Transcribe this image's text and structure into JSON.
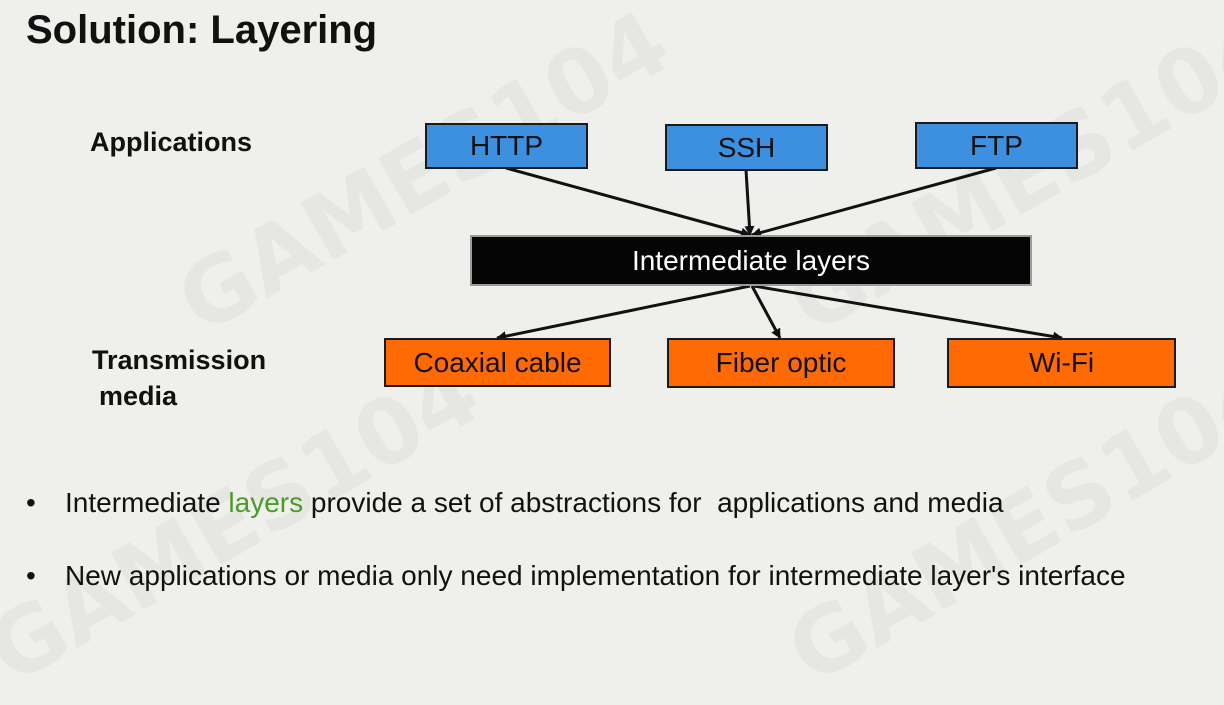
{
  "title": "Solution: Layering",
  "labels": {
    "applications": "Applications",
    "media_line1": "Transmission",
    "media_line2": "media"
  },
  "applications": [
    "HTTP",
    "SSH",
    "FTP"
  ],
  "intermediate": "Intermediate layers",
  "media": [
    "Coaxial cable",
    "Fiber optic",
    "Wi-Fi"
  ],
  "bullets": {
    "b1_before": "Intermediate ",
    "b1_highlight": "layers",
    "b1_after": " provide a set of abstractions for  applications and media",
    "b2": "New applications or media only need implementation for intermediate layer's interface",
    "marker": "•"
  },
  "watermark": "GAMES104",
  "colors": {
    "app_box": "#3d8fe0",
    "media_box": "#ff6a05",
    "intermediate_box": "#050505",
    "highlight": "#4c9a2a"
  }
}
